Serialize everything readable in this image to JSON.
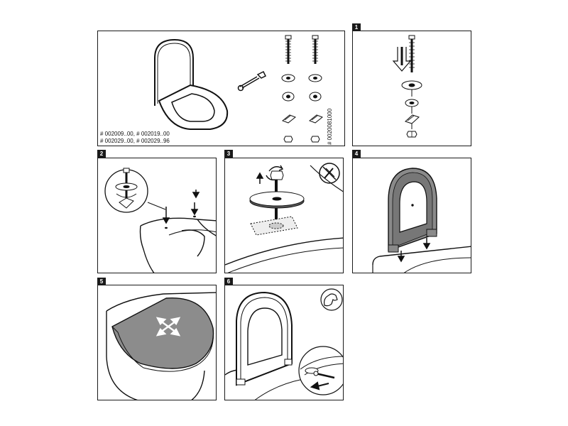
{
  "overview": {
    "codes_line1": "# 002009..00, # 002019..00",
    "codes_line2": "# 002029..00, # 002029..96",
    "kit_code": "# 0020081000"
  },
  "steps": [
    {
      "number": "1"
    },
    {
      "number": "2"
    },
    {
      "number": "3"
    },
    {
      "number": "4"
    },
    {
      "number": "5"
    },
    {
      "number": "6"
    }
  ]
}
